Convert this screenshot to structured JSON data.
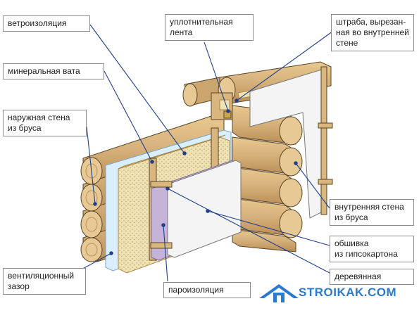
{
  "labels": {
    "wind_barrier": [
      "ветроизоляция"
    ],
    "mineral_wool": [
      "минеральная вата"
    ],
    "outer_wall": [
      "наружная стена",
      "из бруса"
    ],
    "ventilation_gap": [
      "вентиляционный",
      "зазор"
    ],
    "sealing_tape": [
      "уплотнительная",
      "лента"
    ],
    "groove": [
      "штраба, вырезан-",
      "ная во внутренней",
      "стене"
    ],
    "inner_wall": [
      "внутренняя стена",
      "из бруса"
    ],
    "drywall": [
      "обшивка",
      "из гипсокартона"
    ],
    "wood_frame": [
      "деревянная"
    ],
    "vapor_barrier": [
      "пароизоляция"
    ]
  },
  "logo": {
    "text": "STROIKAK.COM"
  },
  "colors": {
    "timber": "#d8b67e",
    "timber_dark": "#a77d45",
    "timber_end": "#e7c995",
    "wool": "#efe3b5",
    "wind_barrier": "#d9efff",
    "vapor_barrier": "#c6b4d8",
    "drywall": "#f4f4f4",
    "outline": "#5a4426",
    "leader": "#1f3f8c",
    "logo": "#2a7ad0"
  }
}
